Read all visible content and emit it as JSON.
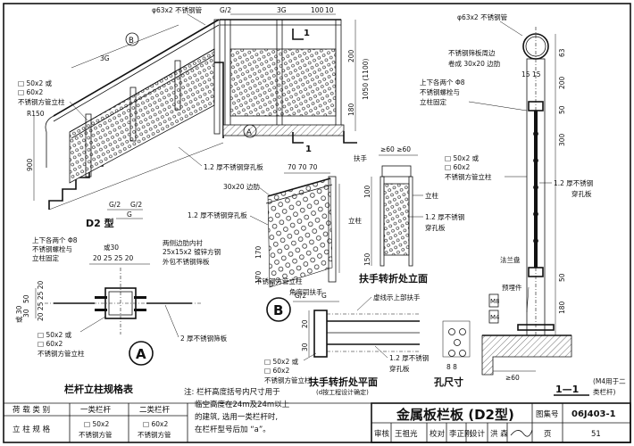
{
  "d2": {
    "pipe": "φ63x2 不锈钢管",
    "g2": "G/2",
    "threeg": "3G",
    "post_opt1": "□ 50x2 或",
    "post_opt2": "□ 60x2",
    "post_name": "不锈钢方管立柱",
    "radius": "R150",
    "height": "900",
    "panel": "1.2 厚不锈钢穿孔板",
    "h200": "200",
    "h180": "180",
    "h1050": "1050 (1100)",
    "d100": "100",
    "d10": "10",
    "section_mark": "1",
    "bubble_a": "A",
    "bubble_b": "B",
    "g": "G",
    "title": "D2 型"
  },
  "detail_a": {
    "bolt1": "上下各两个 Φ8",
    "bolt2": "不锈钢螺栓与",
    "bolt3": "立柱固定",
    "or30": "或30",
    "dims": "20  25  25  20",
    "dims_v": "20 25 25 20",
    "clip1": "两侧边肋内衬",
    "clip2": "25x15x2 镀锌方钢",
    "clip3": "外包不锈钢筛板",
    "v30": "30",
    "v50": "50",
    "or30v": "或 30",
    "post_opt1": "□ 50x2 或",
    "post_opt2": "□ 60x2",
    "post_name": "不锈钢方管立柱",
    "panel": "2 厚不锈钢筛板",
    "bubble": "A"
  },
  "detail_b": {
    "dims": "70  70  70",
    "edge": "30x20 边肋",
    "panel": "1.2 厚不锈钢穿孔板",
    "dim170a": "170",
    "dim170b": "170",
    "post": "不锈钢方管立柱",
    "angle": "角度同扶手",
    "bubble": "B"
  },
  "elev": {
    "dims": "≥60  ≥60",
    "handrail": "扶手",
    "post": "立柱",
    "d100": "100",
    "d150": "150",
    "thick1": "1.2 厚不锈钢",
    "thick2": "穿孔板",
    "title": "扶手转折处立面"
  },
  "plan": {
    "g2": "G/2",
    "g": "G",
    "hidden": "虚线示上部扶手",
    "d20": "20",
    "d30": "30",
    "post_opt1": "□ 50x2 或",
    "post_opt2": "□ 60x2",
    "post_name": "不锈钢方管立柱",
    "thick1": "1.2 厚不锈钢",
    "thick2": "穿孔板",
    "title": "扶手转折处平面",
    "sub": "(d按工程设计确定)"
  },
  "hole": {
    "dims": "8 8",
    "title": "孔尺寸"
  },
  "section": {
    "pipe": "φ63x2 不锈钢管",
    "fold1": "不锈钢筛板周边",
    "fold2": "卷成 30x20 边肋",
    "bolt1": "上下各两个 Φ8",
    "bolt2": "不锈钢螺栓与",
    "bolt3": "立柱固定",
    "post_opt1": "□ 50x2 或",
    "post_opt2": "□ 60x2",
    "post_name": "不锈钢方管立柱",
    "panel1": "1.2 厚不锈钢",
    "panel2": "穿孔板",
    "flange": "法兰盘",
    "embed": "预埋件",
    "m8": "M8",
    "m4": "M4",
    "dims": "15  15",
    "v63": "63",
    "v200": "200",
    "v50": "50",
    "v300": "300",
    "v50b": "50",
    "v180": "180",
    "ge60": "≥60",
    "title": "1—1",
    "m4note1": "(M4用于二",
    "m4note2": "类栏杆)"
  },
  "spec": {
    "title": "栏杆立柱规格表",
    "h_load": "荷 载 类 别",
    "h_class1": "一类栏杆",
    "h_class2": "二类栏杆",
    "h_spec": "立 柱 规 格",
    "c1a": "□ 50x2",
    "c1b": "不锈钢方管",
    "c2a": "□ 60x2",
    "c2b": "不锈钢方管"
  },
  "note": {
    "line1": "注: 栏杆高度括号内尺寸用于",
    "line2": "临空高度在24m及24m以上",
    "line3": "的建筑, 选用一类栏杆时,",
    "line4": "在栏杆型号后加 “a”。"
  },
  "titleblock": {
    "title": "金属板栏板 (D2型)",
    "atlas_label": "图集号",
    "atlas": "06J403-1",
    "review": "审核",
    "reviewer": "王祖光",
    "check": "校对",
    "checker": "李正刚",
    "design": "设计",
    "designer": "洪 森",
    "page_label": "页",
    "page": "51"
  }
}
